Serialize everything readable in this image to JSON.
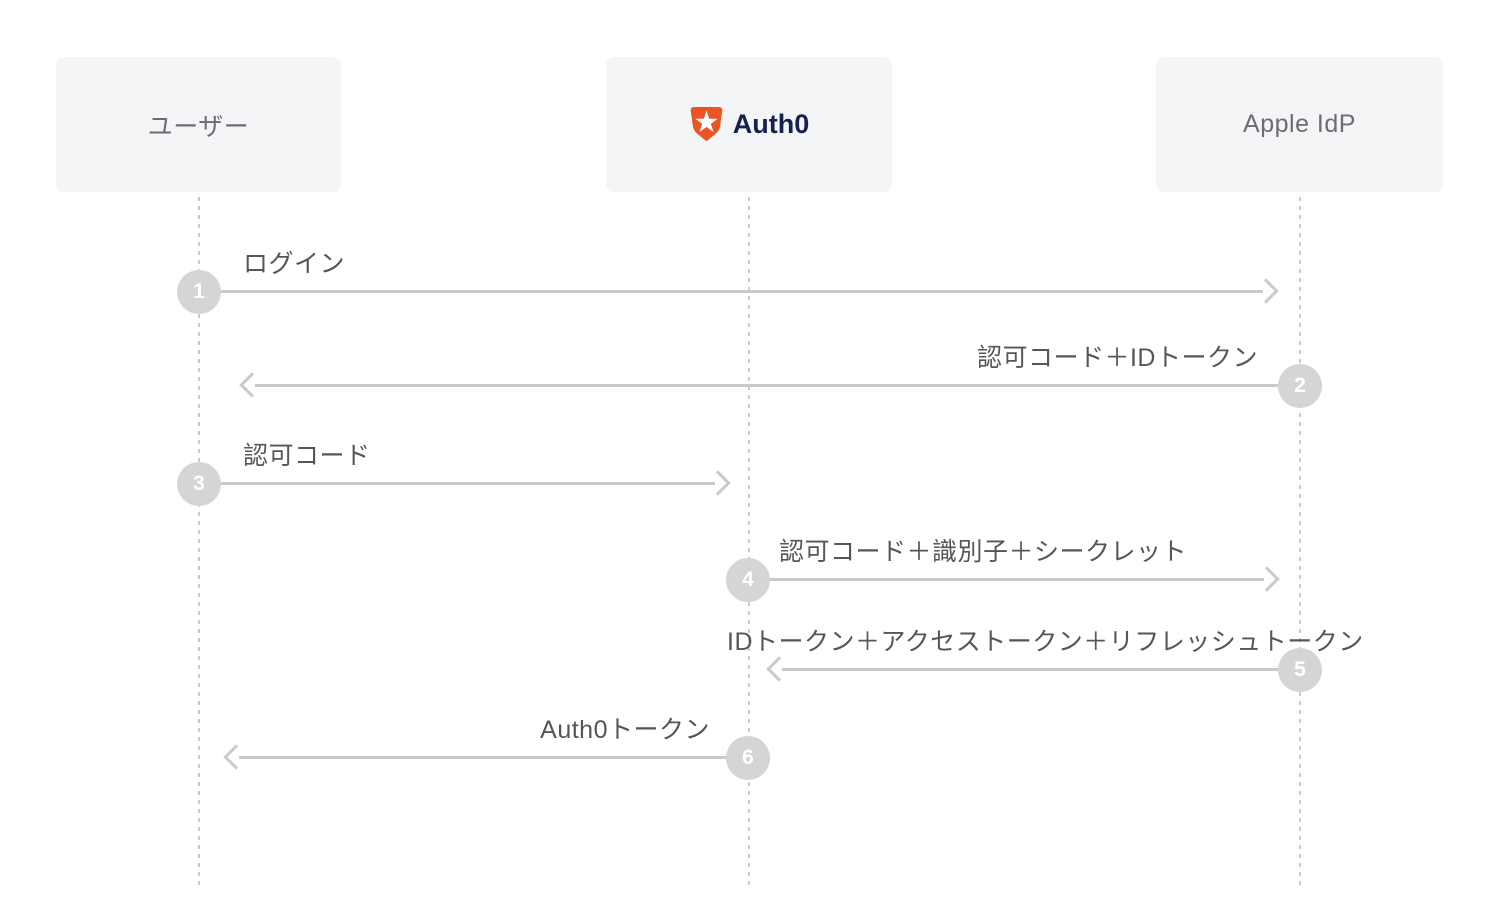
{
  "actors": [
    {
      "id": "user",
      "label": "ユーザー"
    },
    {
      "id": "auth0",
      "label": "Auth0",
      "logo_icon": "auth0-shield-star-icon"
    },
    {
      "id": "apple-idp",
      "label": "Apple IdP"
    }
  ],
  "messages": [
    {
      "step": "1",
      "label": "ログイン",
      "from": "user",
      "to": "apple-idp",
      "direction": "right"
    },
    {
      "step": "2",
      "label": "認可コード＋IDトークン",
      "from": "apple-idp",
      "to": "user",
      "direction": "left"
    },
    {
      "step": "3",
      "label": "認可コード",
      "from": "user",
      "to": "auth0",
      "direction": "right"
    },
    {
      "step": "4",
      "label": "認可コード＋識別子＋シークレット",
      "from": "auth0",
      "to": "apple-idp",
      "direction": "right"
    },
    {
      "step": "5",
      "label": "IDトークン＋アクセストークン＋リフレッシュトークン",
      "from": "apple-idp",
      "to": "auth0",
      "direction": "left"
    },
    {
      "step": "6",
      "label": "Auth0トークン",
      "from": "auth0",
      "to": "user",
      "direction": "left"
    }
  ],
  "colors": {
    "actor_box_bg": "#f4f5f7",
    "actor_text": "#6b6d71",
    "auth0_wordmark": "#16214d",
    "auth0_shield_orange": "#eb5424",
    "arrow": "#c9cacc",
    "lifeline": "#cbcbcb",
    "step_circle_bg": "#d5d5d6",
    "step_circle_text": "#ffffff",
    "message_text": "#54565a",
    "background": "#ffffff"
  }
}
